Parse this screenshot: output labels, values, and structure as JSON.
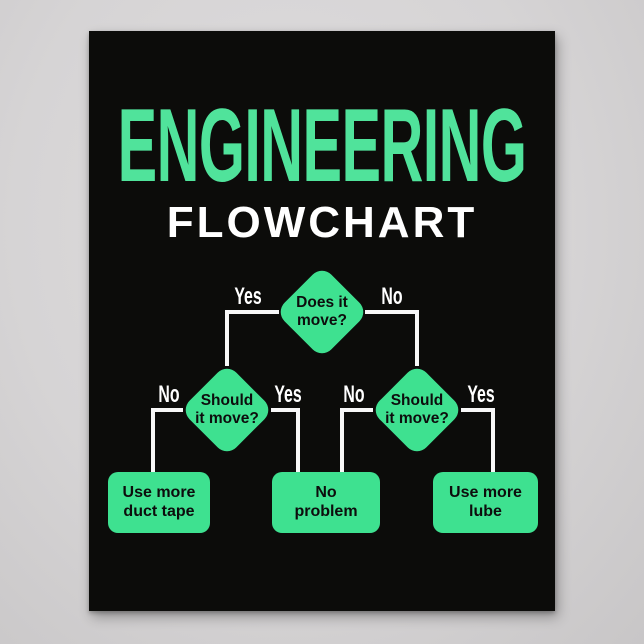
{
  "colors": {
    "wall_bg": "#d6d4d5",
    "poster_bg": "#0c0c0a",
    "title_green": "#50e39b",
    "subtitle_white": "#ffffff",
    "shape_green": "#3ee190",
    "node_text": "#0d0d0d",
    "line_white": "#f8f8f8",
    "label_white": "#ffffff"
  },
  "poster": {
    "title": "ENGINEERING",
    "subtitle": "FLOWCHART"
  },
  "flowchart": {
    "decisions": {
      "root": "Does it\nmove?",
      "left": "Should\nit move?",
      "right": "Should\nit move?"
    },
    "outcomes": {
      "duct_tape": "Use more\nduct tape",
      "no_problem": "No\nproblem",
      "lube": "Use more\nlube"
    },
    "branch_labels": {
      "root_yes": "Yes",
      "root_no": "No",
      "left_no": "No",
      "left_yes": "Yes",
      "right_no": "No",
      "right_yes": "Yes"
    }
  }
}
